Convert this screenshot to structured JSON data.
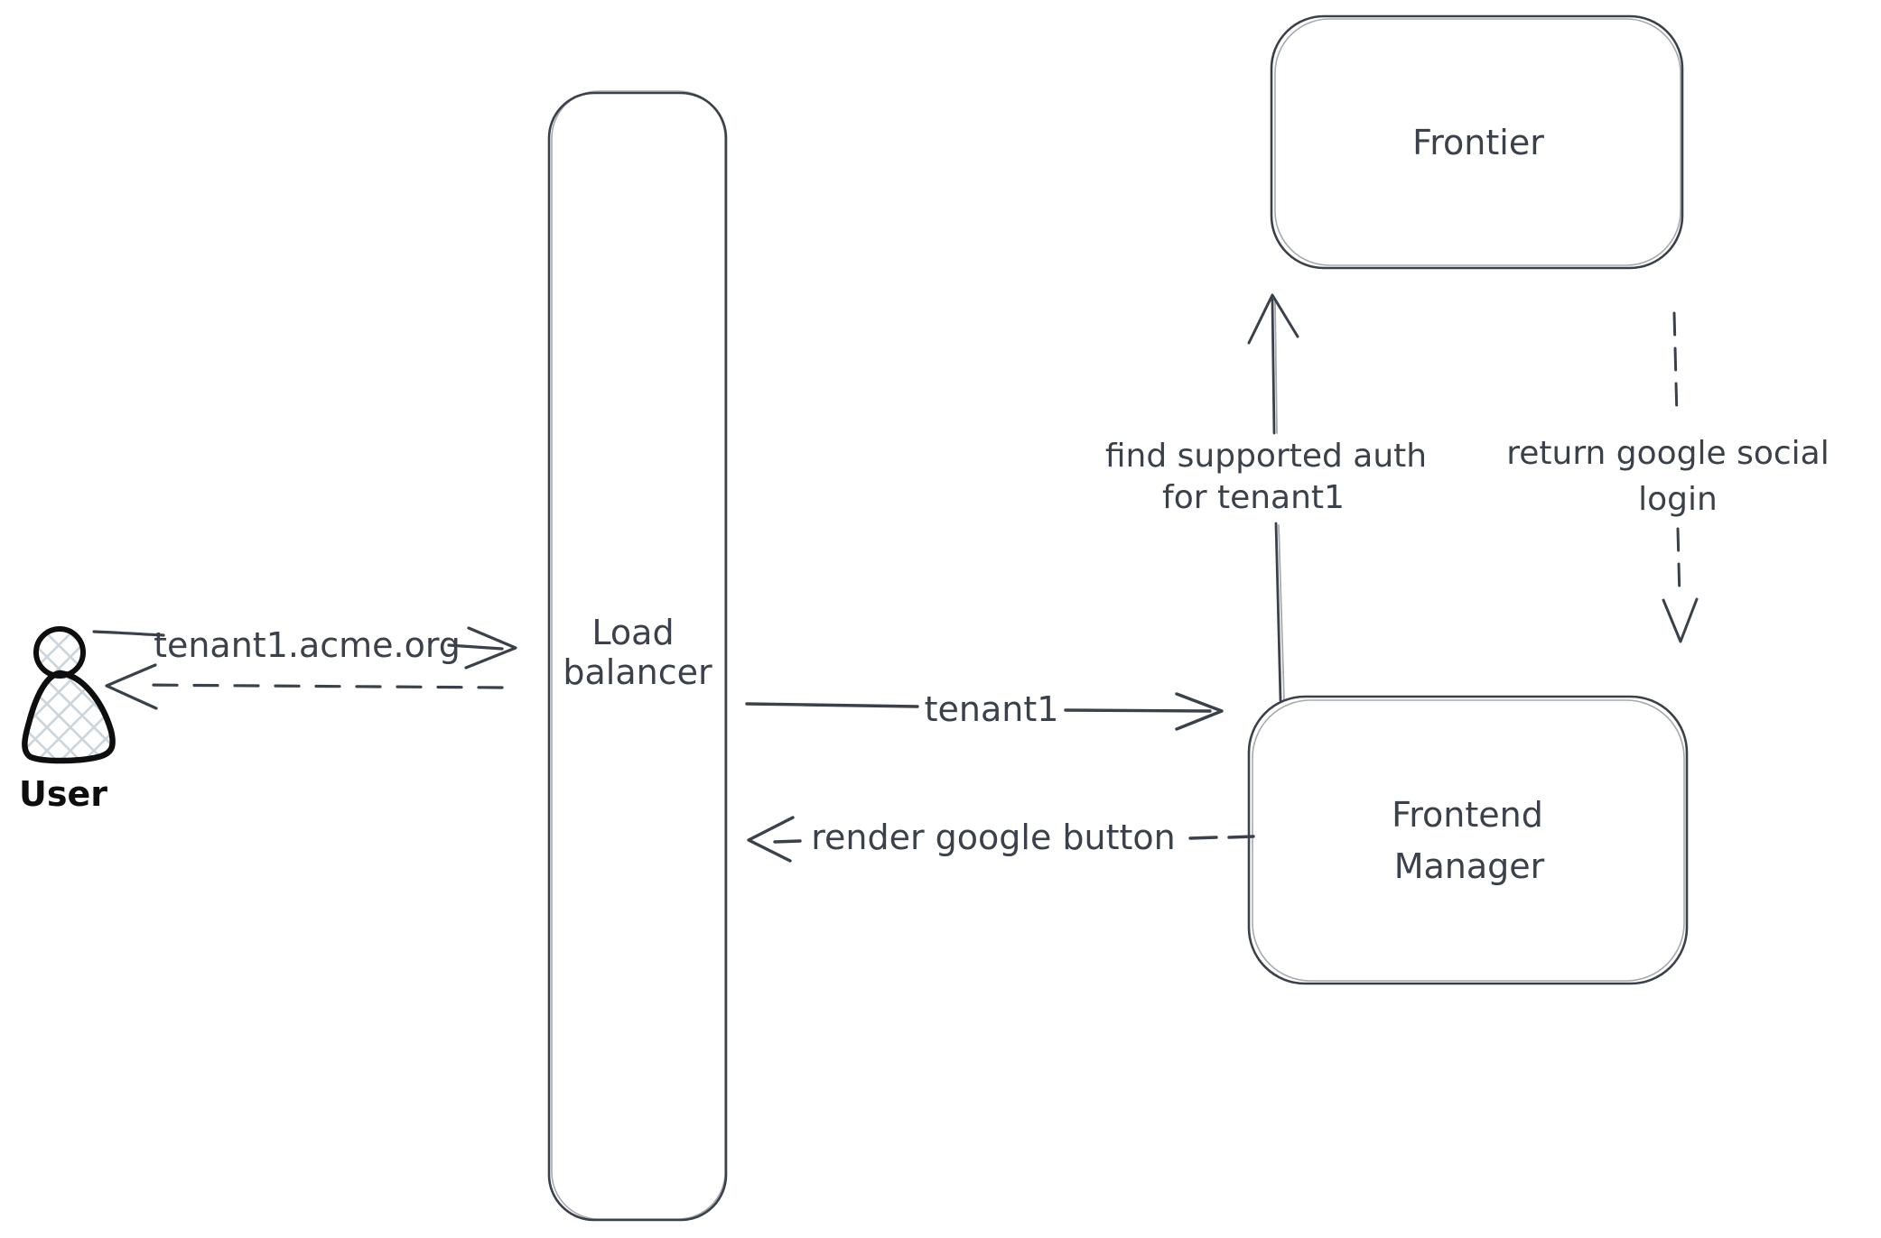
{
  "canvas": {
    "background": "#ffffff",
    "ink_color": "#3b414b",
    "actor_ink_color": "#0e0e0e",
    "actor_hatch_fill_color": "#ccd4dc"
  },
  "actors": {
    "user": {
      "label": "User"
    }
  },
  "nodes": {
    "load_balancer": {
      "label_line1": "Load",
      "label_line2": "balancer"
    },
    "frontier": {
      "label": "Frontier"
    },
    "frontend_manager": {
      "label_line1": "Frontend",
      "label_line2": "Manager"
    }
  },
  "edges": {
    "user_to_load_balancer": {
      "label": "tenant1.acme.org",
      "style": "solid"
    },
    "load_balancer_to_user": {
      "style": "dashed"
    },
    "load_balancer_to_frontend_manager": {
      "label": "tenant1",
      "style": "solid"
    },
    "frontend_manager_to_load_balancer": {
      "label": "render google button",
      "style": "dashed"
    },
    "frontend_manager_to_frontier": {
      "label_line1": "find supported auth",
      "label_line2": "for tenant1",
      "style": "solid"
    },
    "frontier_to_frontend_manager": {
      "label_line1": "return google social",
      "label_line2": "login",
      "style": "dashed"
    }
  }
}
